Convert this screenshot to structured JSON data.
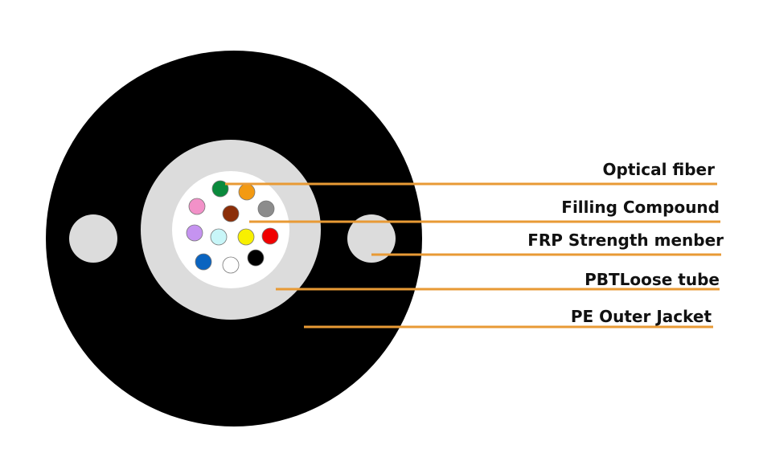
{
  "colors": {
    "jacket": "#000000",
    "tube": "#dcdcdc",
    "compound": "#ffffff",
    "strength_member": "#dcdcdc",
    "leader": "#e89a35"
  },
  "fibers": [
    {
      "name": "green",
      "color": "#0a8a3c"
    },
    {
      "name": "orange",
      "color": "#f39a12"
    },
    {
      "name": "pink",
      "color": "#f291c8"
    },
    {
      "name": "brown",
      "color": "#8b2e08"
    },
    {
      "name": "gray",
      "color": "#8c8c8c"
    },
    {
      "name": "violet",
      "color": "#c593f0"
    },
    {
      "name": "aqua",
      "color": "#c8f6f8"
    },
    {
      "name": "yellow",
      "color": "#f8f000"
    },
    {
      "name": "red",
      "color": "#f00000"
    },
    {
      "name": "blue",
      "color": "#0a64c0"
    },
    {
      "name": "white",
      "color": "#ffffff"
    },
    {
      "name": "black",
      "color": "#000000"
    }
  ],
  "labels": [
    "Optical fiber",
    "Filling Compound",
    "FRP Strength menber",
    "PBTLoose tube",
    "PE Outer Jacket"
  ]
}
